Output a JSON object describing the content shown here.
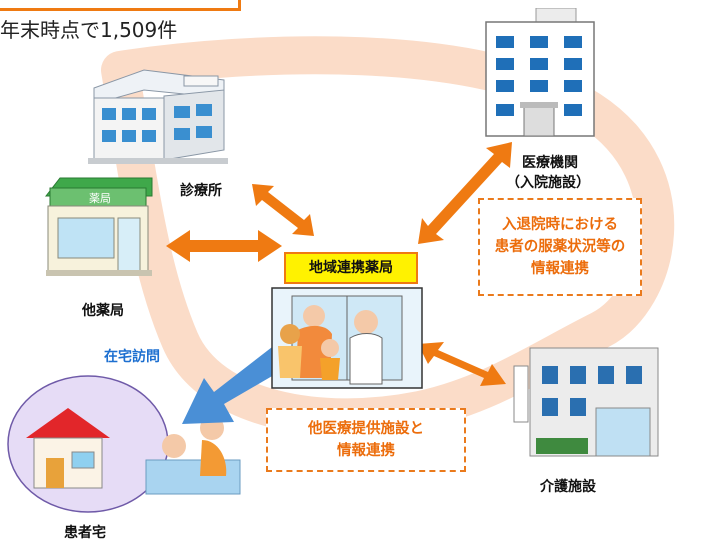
{
  "header": {
    "count_text": "年末時点で1,509件"
  },
  "center": {
    "label": "地域連携薬局"
  },
  "nodes": {
    "clinic": "診療所",
    "hospital_line1": "医療機関",
    "hospital_line2": "（入院施設）",
    "other_pharmacy": "他薬局",
    "pharmacy_sign": "薬局",
    "care_facility": "介護施設",
    "patient_home": "患者宅",
    "home_visit": "在宅訪問"
  },
  "notes": {
    "discharge": [
      "入退院時における",
      "患者の服薬状況等の",
      "情報連携"
    ],
    "other_facility": [
      "他医療提供施設と",
      "情報連携"
    ]
  },
  "colors": {
    "accent_orange": "#ef7a12",
    "ring": "#fbdcc8",
    "visit_arrow": "#4a8fd6",
    "hub_fill": "#fff200"
  }
}
